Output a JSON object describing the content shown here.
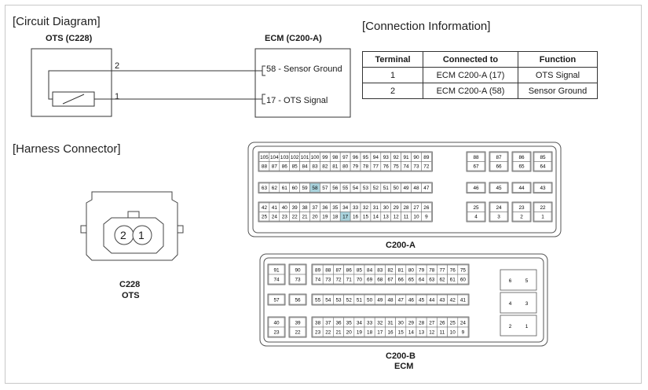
{
  "circuit": {
    "section_title": "[Circuit Diagram]",
    "sensor_name": "OTS (C228)",
    "ecm_name": "ECM (C200-A)",
    "pin_2": "2",
    "pin_1": "1",
    "ecm_pin_58": "58 - Sensor Ground",
    "ecm_pin_17": "17 - OTS Signal"
  },
  "connection": {
    "section_title": "[Connection Information]",
    "headers": [
      "Terminal",
      "Connected to",
      "Function"
    ],
    "rows": [
      [
        "1",
        "ECM C200-A (17)",
        "OTS Signal"
      ],
      [
        "2",
        "ECM C200-A (58)",
        "Sensor Ground"
      ]
    ]
  },
  "harness": {
    "section_title": "[Harness Connector]",
    "c228_pin_2": "2",
    "c228_pin_1": "1",
    "c228_name": "C228",
    "c228_sub": "OTS",
    "c200a_label": "C200-A",
    "c200b_label": "C200-B",
    "c200b_sub": "ECM"
  },
  "highlight_color": "#a9d3dd"
}
